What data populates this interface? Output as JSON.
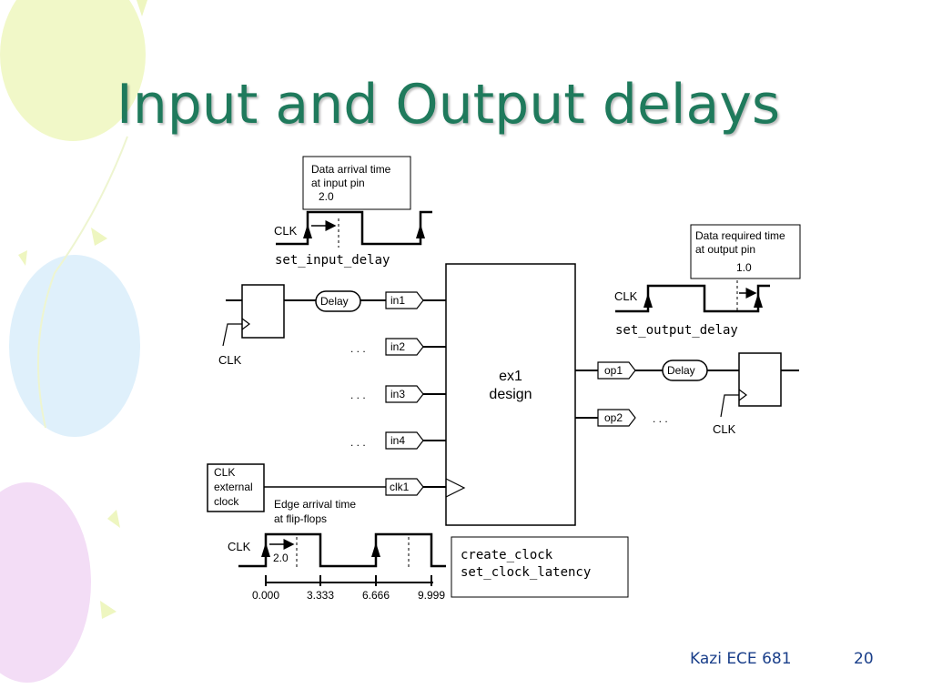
{
  "slide": {
    "title": "Input and Output delays",
    "footer": "Kazi ECE 681",
    "page_number": "20"
  },
  "diagram": {
    "design_line1": "ex1",
    "design_line2": "design",
    "input_ports": [
      "in1",
      "in2",
      "in3",
      "in4",
      "clk1"
    ],
    "output_ports": [
      "op1",
      "op2"
    ],
    "delay_label": "Delay",
    "ellipsis": ". . .",
    "clk_label": "CLK",
    "input_note": [
      "Data arrival time",
      "at input pin",
      "2.0"
    ],
    "input_command": "set_input_delay",
    "output_note": [
      "Data required time",
      "at output pin",
      "1.0"
    ],
    "output_command": "set_output_delay",
    "clock_source": [
      "CLK",
      "external",
      "clock"
    ],
    "edge_note": [
      "Edge arrival time",
      "at flip-flops"
    ],
    "latency_value": "2.0",
    "clock_ticks": [
      "0.000",
      "3.333",
      "6.666",
      "9.999"
    ],
    "clock_commands": [
      "create_clock",
      "set_clock_latency"
    ]
  },
  "colors": {
    "title": "#1f7a5c",
    "footer": "#1a3f8a",
    "line": "#000000"
  }
}
